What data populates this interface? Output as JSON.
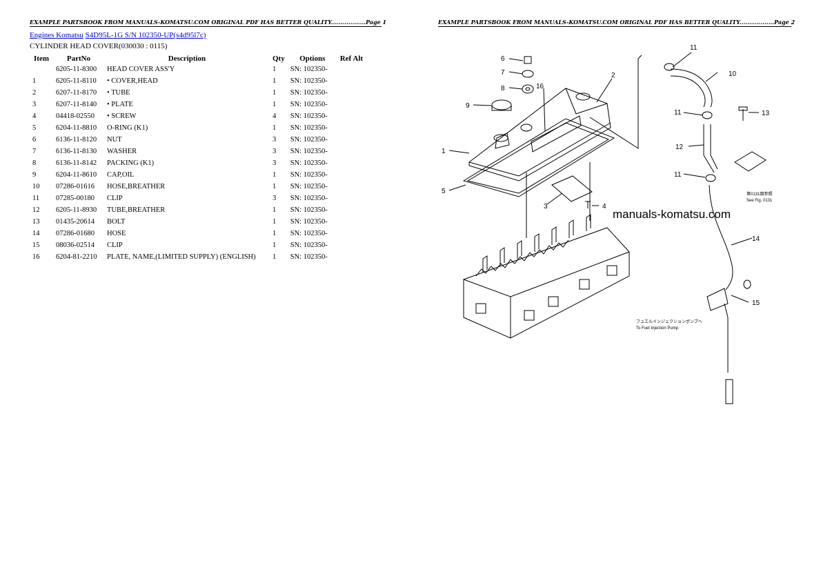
{
  "page1": {
    "header": "EXAMPLE PARTSBOOK FROM MANUALS-KOMATSU.COM ORIGINAL PDF HAS BETTER QUALITY..................Page 1",
    "breadcrumb": {
      "link1": "Engines Komatsu",
      "link2": "S4D95L-1G S/N 102350-UP(s4d95l7c)"
    },
    "subtitle": "CYLINDER HEAD COVER(030030 : 0115)",
    "columns": [
      "Item",
      "PartNo",
      "Description",
      "Qty",
      "Options",
      "Ref Alt"
    ],
    "rows": [
      {
        "item": "",
        "part": "6205-11-8300",
        "desc": "HEAD COVER ASS'Y",
        "qty": "1",
        "opt": "SN: 102350-",
        "ref": ""
      },
      {
        "item": "1",
        "part": "6205-11-8110",
        "desc": "• COVER,HEAD",
        "qty": "1",
        "opt": "SN: 102350-",
        "ref": ""
      },
      {
        "item": "2",
        "part": "6207-11-8170",
        "desc": "• TUBE",
        "qty": "1",
        "opt": "SN: 102350-",
        "ref": ""
      },
      {
        "item": "3",
        "part": "6207-11-8140",
        "desc": "• PLATE",
        "qty": "1",
        "opt": "SN: 102350-",
        "ref": ""
      },
      {
        "item": "4",
        "part": "04418-02550",
        "desc": " • SCREW",
        "qty": "4",
        "opt": "SN: 102350-",
        "ref": ""
      },
      {
        "item": "5",
        "part": "6204-11-8810",
        "desc": "O-RING (K1)",
        "qty": "1",
        "opt": "SN: 102350-",
        "ref": ""
      },
      {
        "item": "6",
        "part": "6136-11-8120",
        "desc": "NUT",
        "qty": "3",
        "opt": "SN: 102350-",
        "ref": ""
      },
      {
        "item": "7",
        "part": "6136-11-8130",
        "desc": "WASHER",
        "qty": "3",
        "opt": "SN: 102350-",
        "ref": ""
      },
      {
        "item": "8",
        "part": "6136-11-8142",
        "desc": "PACKING (K1)",
        "qty": "3",
        "opt": "SN: 102350-",
        "ref": ""
      },
      {
        "item": "9",
        "part": "6204-11-8610",
        "desc": "CAP,OIL",
        "qty": "1",
        "opt": "SN: 102350-",
        "ref": ""
      },
      {
        "item": "10",
        "part": "07286-01616",
        "desc": "HOSE,BREATHER",
        "qty": "1",
        "opt": "SN: 102350-",
        "ref": ""
      },
      {
        "item": "11",
        "part": "07285-00180",
        "desc": "CLIP",
        "qty": "3",
        "opt": "SN: 102350-",
        "ref": ""
      },
      {
        "item": "12",
        "part": "6205-11-8930",
        "desc": "TUBE,BREATHER",
        "qty": "1",
        "opt": "SN: 102350-",
        "ref": ""
      },
      {
        "item": "13",
        "part": "01435-20614",
        "desc": "BOLT",
        "qty": "1",
        "opt": "SN: 102350-",
        "ref": ""
      },
      {
        "item": "14",
        "part": "07286-01680",
        "desc": "HOSE",
        "qty": "1",
        "opt": "SN: 102350-",
        "ref": ""
      },
      {
        "item": "15",
        "part": "08036-02514",
        "desc": "CLIP",
        "qty": "1",
        "opt": "SN: 102350-",
        "ref": ""
      },
      {
        "item": "16",
        "part": "6204-81-2210",
        "desc": "PLATE, NAME,(LIMITED SUPPLY) (ENGLISH)",
        "qty": "1",
        "opt": "SN: 102350-",
        "ref": ""
      }
    ]
  },
  "page2": {
    "header": "EXAMPLE PARTSBOOK FROM MANUALS-KOMATSU.COM ORIGINAL PDF HAS BETTER QUALITY..................Page 2",
    "watermark": "manuals-komatsu.com",
    "callouts": [
      "6",
      "7",
      "8",
      "9",
      "16",
      "2",
      "1",
      "5",
      "3",
      "4",
      "11",
      "10",
      "13",
      "12",
      "14",
      "15"
    ],
    "note_ref_jp": "第0131図参照",
    "note_ref_en": "See Fig. 0131",
    "note_pump_jp": "フュエルインジェクションポンプへ",
    "note_pump_en": "To Fuel Injection Pump"
  }
}
